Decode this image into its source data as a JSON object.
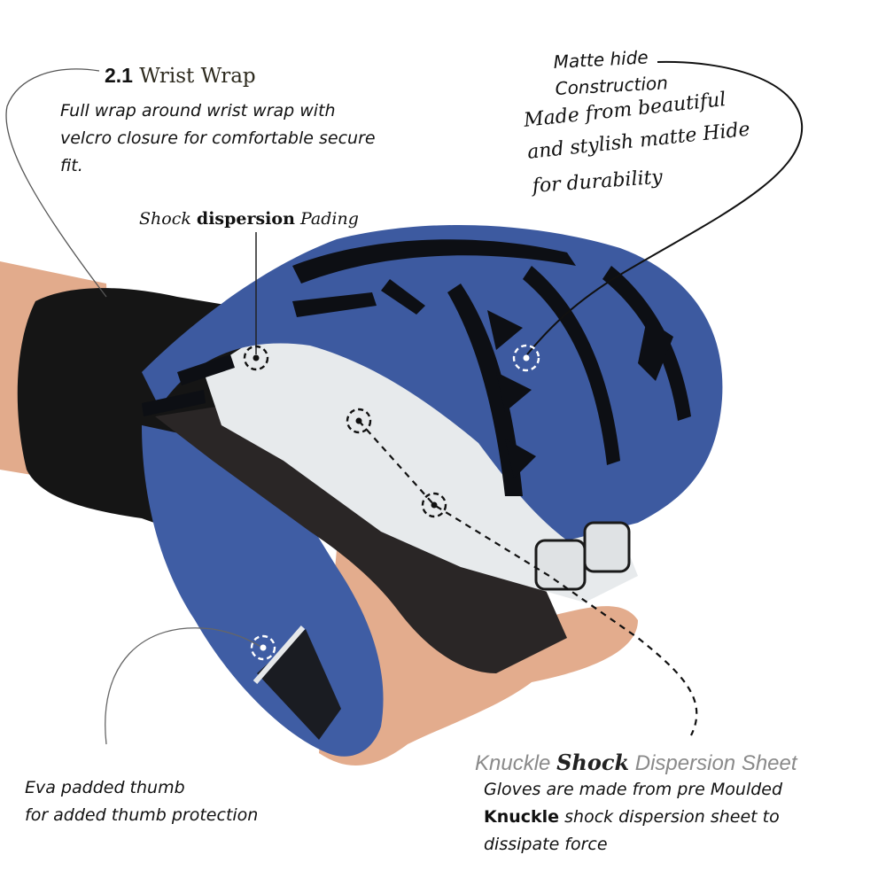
{
  "wrist_wrap": {
    "number": "2.1",
    "title": "Wrist Wrap",
    "lines": [
      "Full wrap around wrist wrap with",
      "velcro closure for comfortable secure",
      "fit."
    ]
  },
  "shock_padding": {
    "part1": "Shock",
    "part2": "dispersion",
    "part3": "Pading"
  },
  "matte_hide": {
    "title_line1": "Matte hide",
    "title_line2": "Construction",
    "desc_lines": [
      "Made from beautiful",
      "and stylish matte Hide",
      "for durability"
    ]
  },
  "eva_thumb": {
    "lines": [
      "Eva padded thumb",
      "for added thumb protection"
    ]
  },
  "knuckle_sheet": {
    "title_part1": "Knuckle",
    "title_shock": "Shock",
    "title_part2": "Dispersion Sheet",
    "line1": "Gloves are made from pre Moulded",
    "line2_bold": "Knuckle",
    "line2_rest": "shock dispersion sheet to",
    "line3": "dissipate force"
  },
  "colors": {
    "glove_blue": "#3d5aa0",
    "glove_dark": "#0d0f14",
    "padding_white": "#e6e8ea",
    "skin": "#e0a98a",
    "wrap_black": "#141414",
    "knuckle_title_gray": "#8a8a8a"
  }
}
